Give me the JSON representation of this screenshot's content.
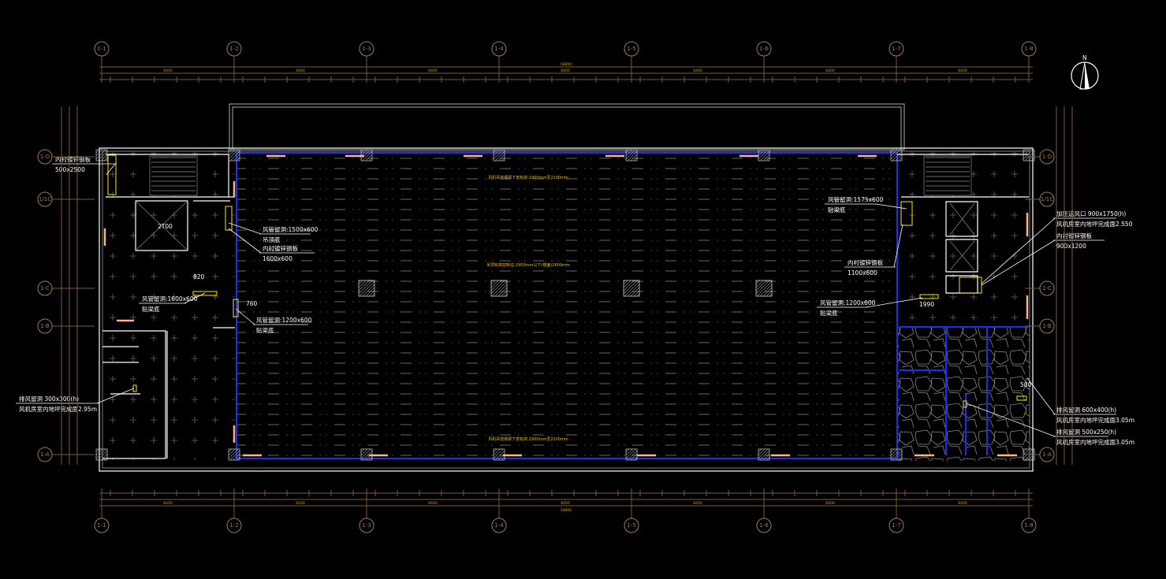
{
  "drawing": {
    "axes_columns": [
      "1-1",
      "1-2",
      "1-3",
      "1-4",
      "1-5",
      "1-6",
      "1-7",
      "1-8"
    ],
    "axes_rows": [
      "1-D",
      "1/1C",
      "1-C",
      "1-B",
      "1-A"
    ],
    "overall_dimension": "58800",
    "bay_dimension": "8400",
    "north_label": "N",
    "elevator_label": "2T00",
    "dims": {
      "d820": "820",
      "d760": "760",
      "d1990": "1990",
      "d500": "500"
    },
    "hall_notes": {
      "top": "风机吊挂钢梁下皮标高:1900mm至2100mm",
      "middle": "吊顶标高控制在:2900mm以下(楼面)2600mm",
      "bottom": "风机吊挂钢梁下皮标高:1900mm至2100mm"
    },
    "annotations": [
      {
        "line1": "内衬镀锌钢板",
        "line2": "500x2500"
      },
      {
        "line1": "风管留洞:1500x600",
        "line2": "吊顶底"
      },
      {
        "line1": "内衬镀锌钢板",
        "line2": "1600x600"
      },
      {
        "line1": "风管留洞:1600x600",
        "line2": "贴梁底"
      },
      {
        "line1": "风管留洞:1200x600",
        "line2": "贴梁底"
      },
      {
        "line1": "风管留洞:1575x600",
        "line2": "贴梁底"
      },
      {
        "line1": "内衬镀锌钢板",
        "line2": "1100x600"
      },
      {
        "line1": "风管留洞:1200x600",
        "line2": "贴梁底"
      },
      {
        "line1": "加压送风口 900x1750(h)",
        "line2": "风机房室内地坪完成面2.550"
      },
      {
        "line1": "内衬镀锌钢板",
        "line2": "900x1200"
      },
      {
        "line1": "排风留洞 600x400(h)",
        "line2": "风机房室内地坪完成面3.05m"
      },
      {
        "line1": "排风留洞 500x250(h)",
        "line2": "风机房室内地坪完成面3.05m"
      },
      {
        "line1": "排风留洞 300x300(h)",
        "line2": "风机房室内地坪完成面2.95m"
      }
    ],
    "colors": {
      "wall": "#ffffff",
      "partition": "#1a2cff",
      "grid": "#7a5a3a",
      "text_yellow": "#f5b800",
      "duct": "#ffe600",
      "pipe": "#f5b48a"
    }
  }
}
